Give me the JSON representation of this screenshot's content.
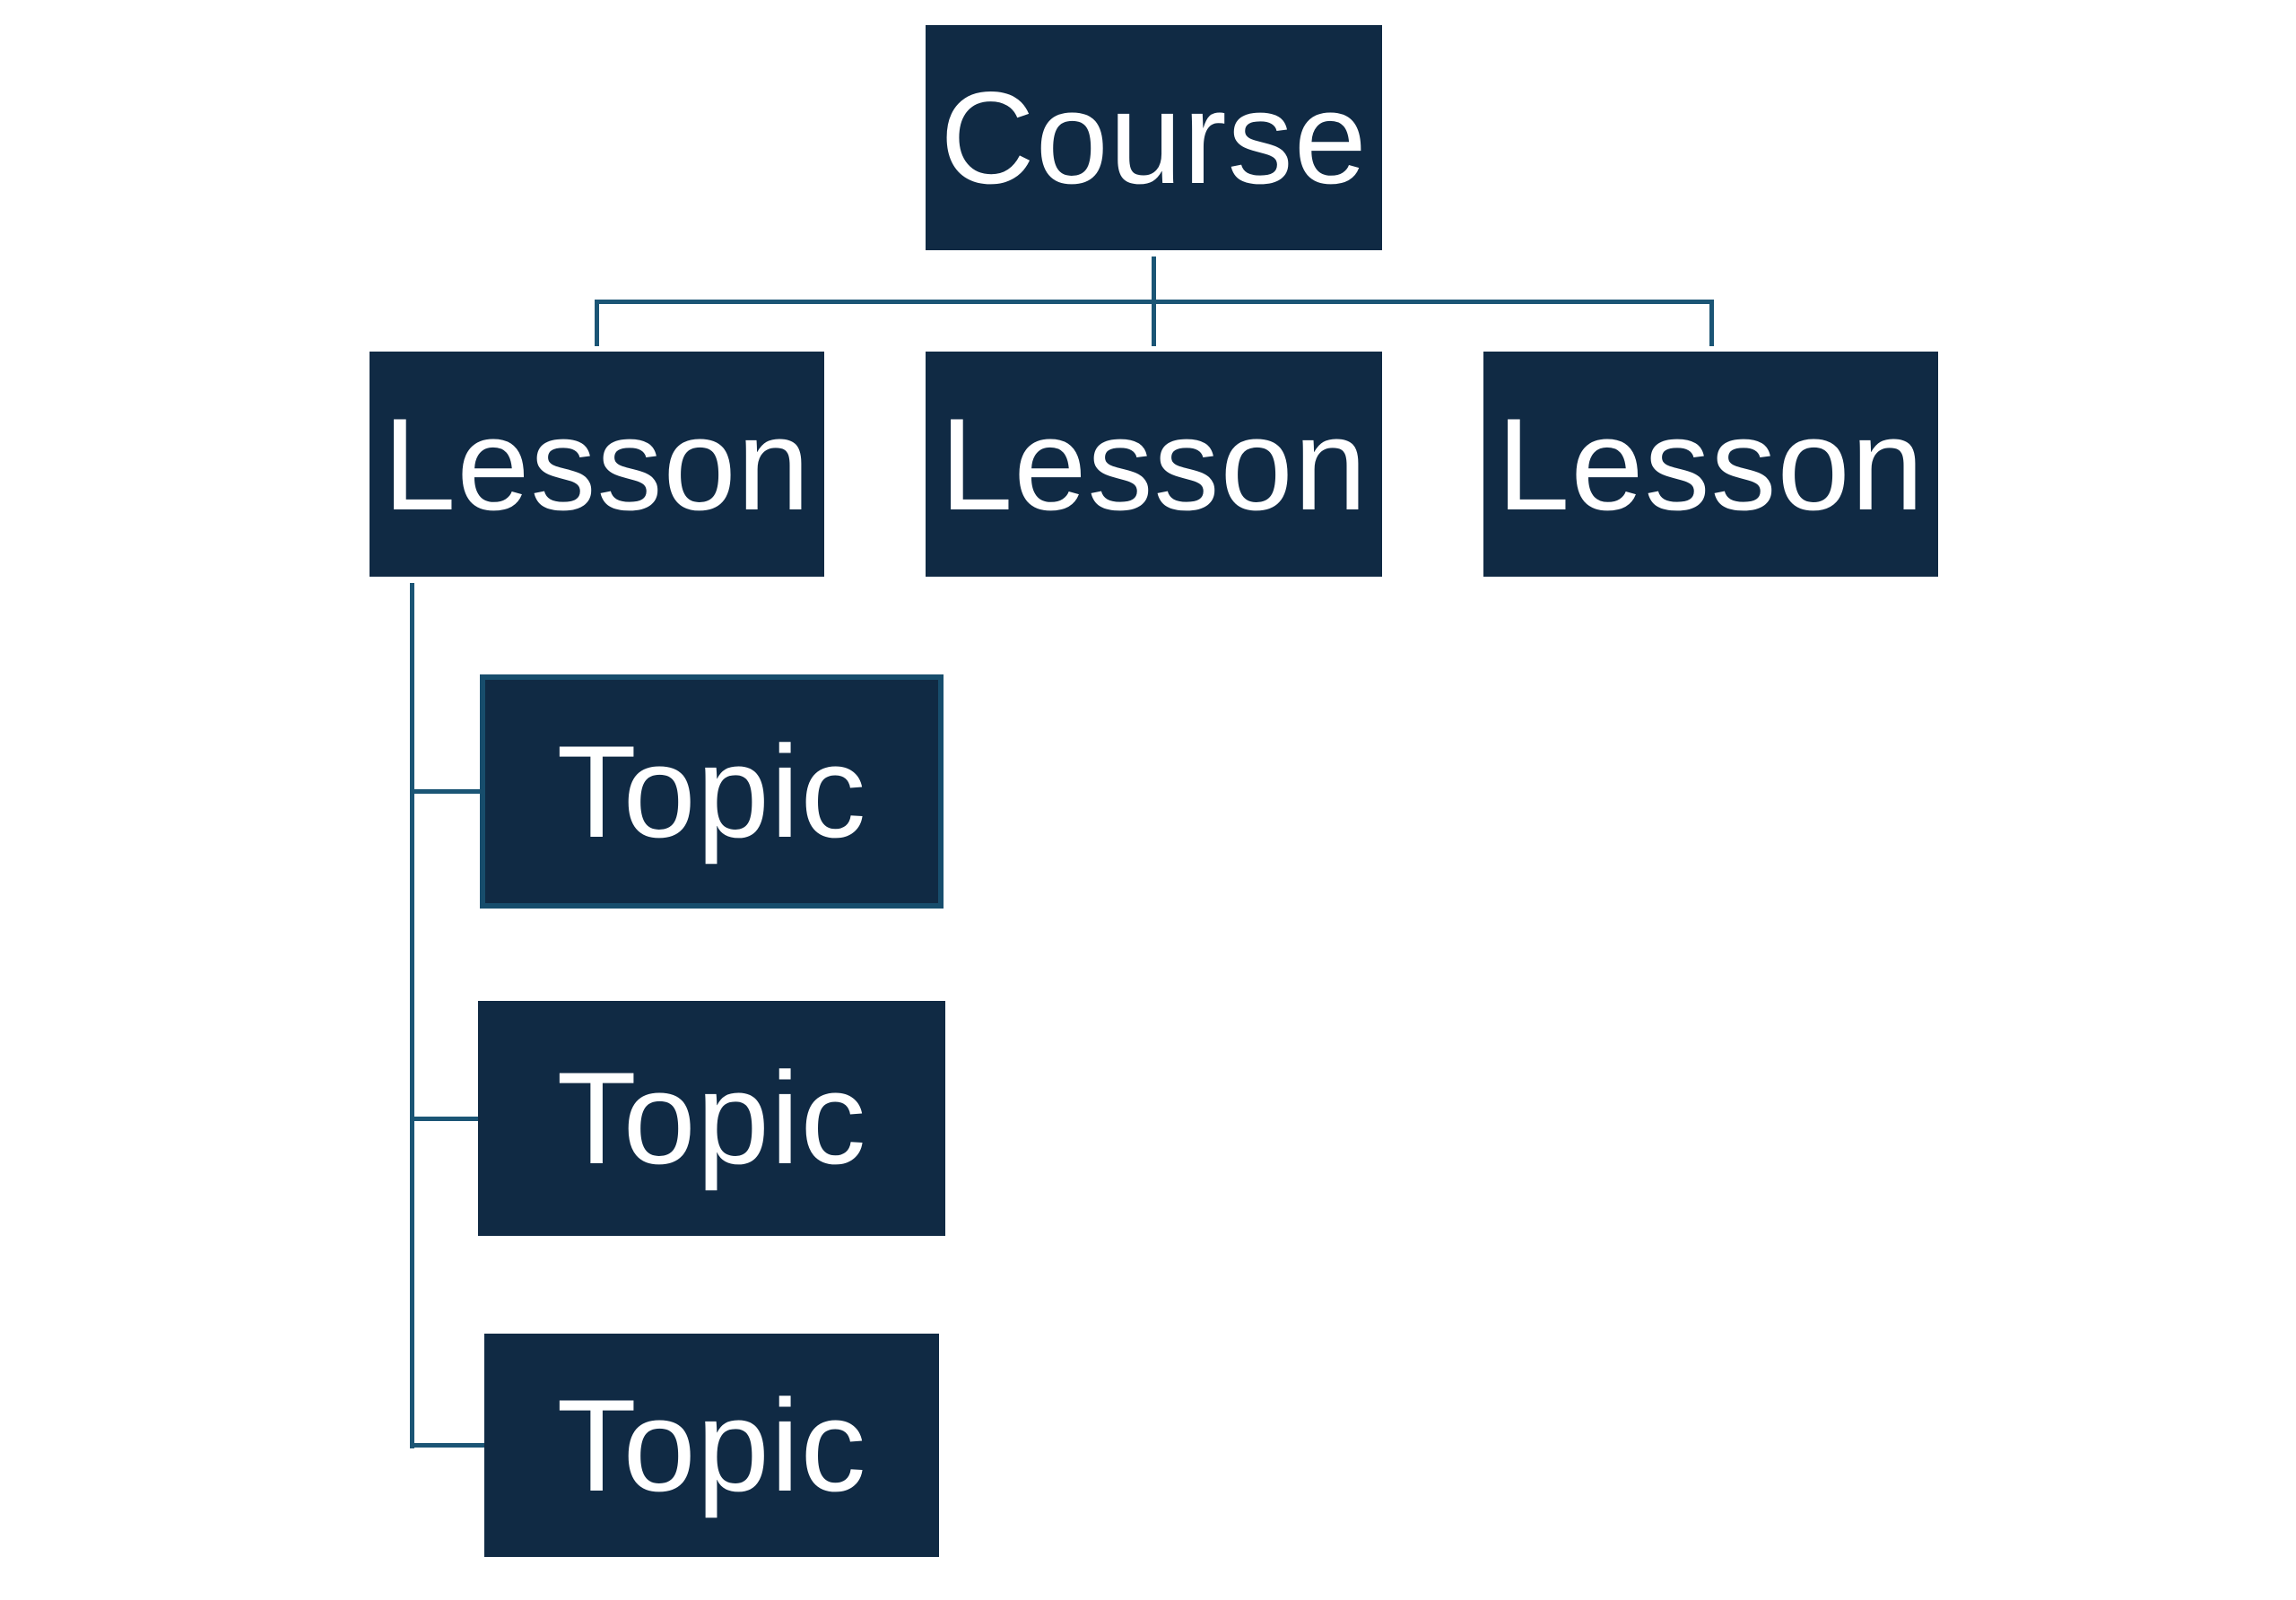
{
  "diagram": {
    "root": {
      "label": "Course"
    },
    "lessons": [
      {
        "label": "Lesson"
      },
      {
        "label": "Lesson"
      },
      {
        "label": "Lesson"
      }
    ],
    "topics": [
      {
        "label": "Topic",
        "selected": true
      },
      {
        "label": "Topic",
        "selected": false
      },
      {
        "label": "Topic",
        "selected": false
      }
    ],
    "colors": {
      "node_fill": "#102a44",
      "connector": "#1b5575",
      "text": "#ffffff"
    }
  }
}
